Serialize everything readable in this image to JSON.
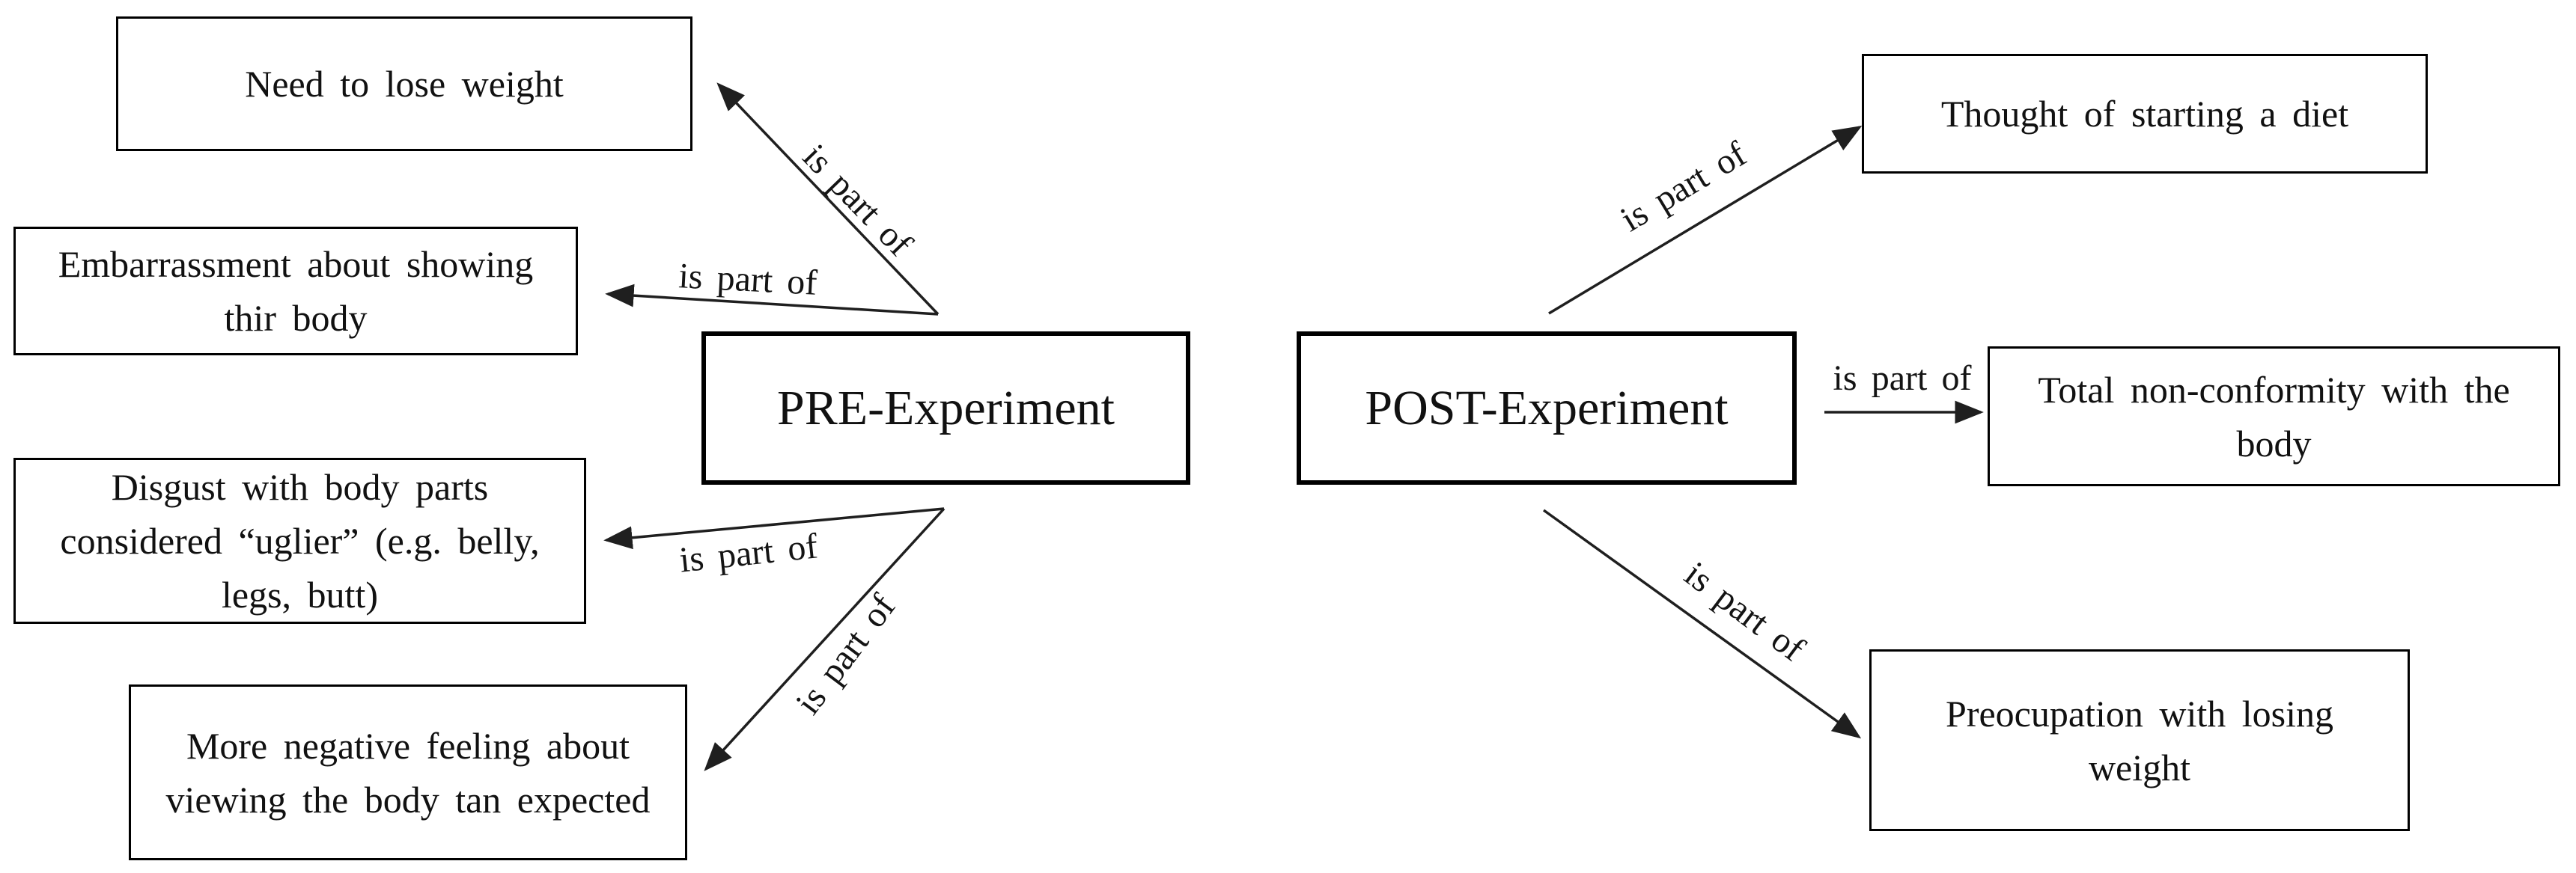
{
  "diagram": {
    "background": "#ffffff",
    "line_color": "#1f1f1f",
    "border_color": "#000000",
    "edge_label": "is part of",
    "center_nodes": {
      "pre": {
        "label": "PRE-Experiment"
      },
      "post": {
        "label": "POST-Experiment"
      }
    },
    "pre_items": [
      {
        "label": "Need to lose weight"
      },
      {
        "label": "Embarrassment about showing thir body"
      },
      {
        "label": "Disgust with body parts considered “uglier” (e.g. belly, legs, butt)"
      },
      {
        "label": "More negative feeling about viewing the body tan expected"
      }
    ],
    "post_items": [
      {
        "label": "Thought of starting a diet"
      },
      {
        "label": "Total non-conformity with the body"
      },
      {
        "label": "Preocupation with losing weight"
      }
    ]
  }
}
